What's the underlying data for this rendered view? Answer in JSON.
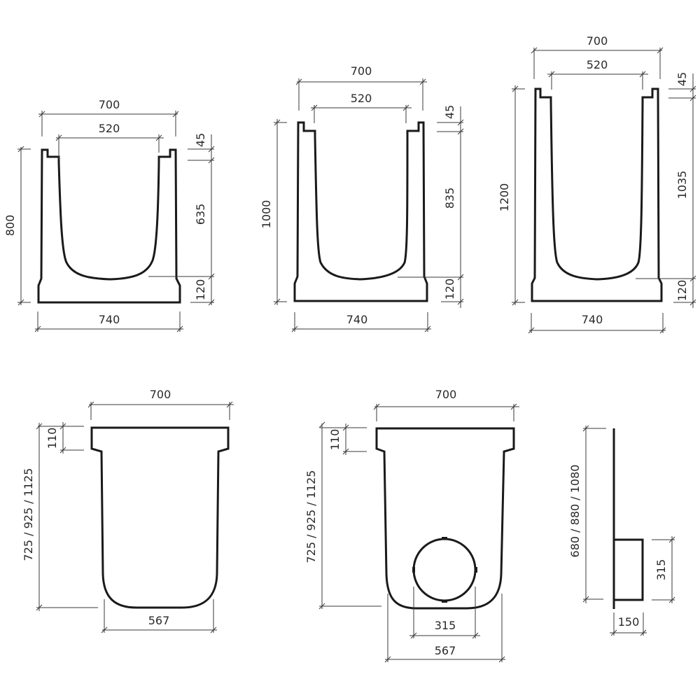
{
  "drawings": {
    "channel_800": {
      "top_width": "700",
      "inner_width": "520",
      "total_height": "800",
      "rebate_height": "45",
      "inner_height": "635",
      "base_height": "120",
      "base_width": "740"
    },
    "channel_1000": {
      "top_width": "700",
      "inner_width": "520",
      "total_height": "1000",
      "rebate_height": "45",
      "inner_height": "835",
      "base_height": "120",
      "base_width": "740"
    },
    "channel_1200": {
      "top_width": "700",
      "inner_width": "520",
      "total_height": "1200",
      "rebate_height": "45",
      "inner_height": "1035",
      "base_height": "120",
      "base_width": "740"
    },
    "end_cap_closed": {
      "top_width": "700",
      "flange_height": "110",
      "total_height": "725 / 925 / 1125",
      "bottom_width": "567"
    },
    "end_cap_outlet": {
      "top_width": "700",
      "flange_height": "110",
      "total_height": "725 / 925 / 1125",
      "outlet_diameter": "315",
      "bottom_width": "567"
    },
    "end_cap_side": {
      "total_height": "680 / 880 / 1080",
      "outlet_height": "315",
      "outlet_depth": "150"
    }
  }
}
